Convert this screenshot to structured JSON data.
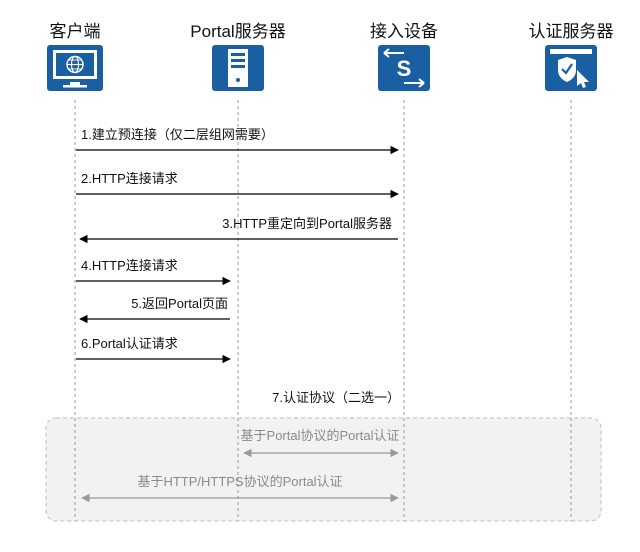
{
  "actors": [
    {
      "label": "客户端",
      "icon": "client-computer-icon"
    },
    {
      "label": "Portal服务器",
      "icon": "portal-server-icon"
    },
    {
      "label": "接入设备",
      "icon": "access-switch-icon"
    },
    {
      "label": "认证服务器",
      "icon": "auth-server-icon"
    }
  ],
  "messages": [
    {
      "text": "1.建立预连接（仅二层组网需要）"
    },
    {
      "text": "2.HTTP连接请求"
    },
    {
      "text": "3.HTTP重定向到Portal服务器"
    },
    {
      "text": "4.HTTP连接请求"
    },
    {
      "text": "5.返回Portal页面"
    },
    {
      "text": "6.Portal认证请求"
    },
    {
      "text": "7.认证协议（二选一）"
    }
  ],
  "options": [
    {
      "text": "基于Portal协议的Portal认证"
    },
    {
      "text": "基于HTTP/HTTPS协议的Portal认证"
    }
  ],
  "colors": {
    "icon_blue": "#1b5fa3",
    "arrow": "#000000",
    "option_arrow": "#9a9a9a",
    "box_fill": "#f2f2f2",
    "box_border": "#bfbfbf",
    "lifeline": "#9a9a9a"
  }
}
